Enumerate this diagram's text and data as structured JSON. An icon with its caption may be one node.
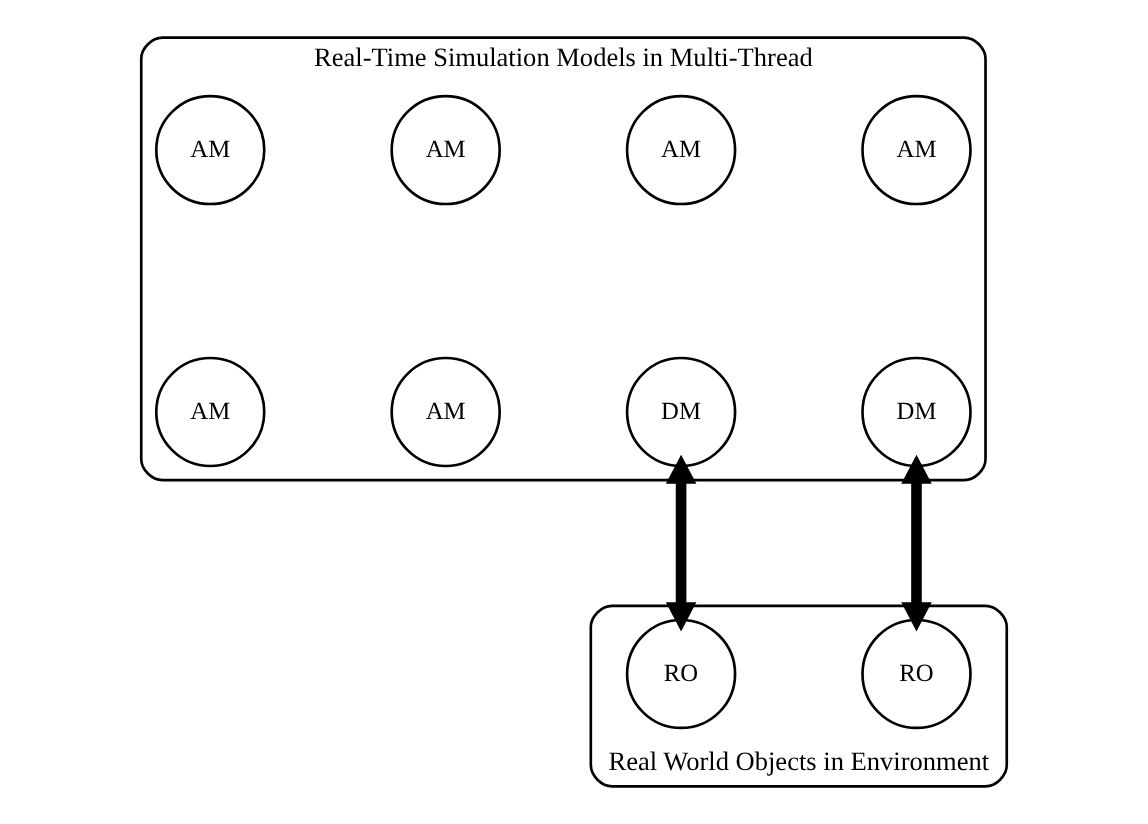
{
  "diagram": {
    "nodes": [
      {
        "text": [
          "Real-Time Simulation Models in Multi-Thread"
        ]
      },
      {
        "text": [
          "AM"
        ],
        "in": 0
      },
      {
        "text": [
          "AM"
        ],
        "in": 0
      },
      {
        "text": [
          "AM"
        ],
        "in": 0
      },
      {
        "text": [
          "AM"
        ],
        "in": 0
      },
      {
        "text": [
          "AM"
        ],
        "in": 0
      },
      {
        "text": [
          "AM"
        ],
        "in": 0
      },
      {
        "text": [
          "DM"
        ],
        "in": 0
      },
      {
        "text": [
          "DM"
        ],
        "in": 0
      },
      {
        "text": [
          "Real World Objects in Environment"
        ]
      },
      {
        "text": [
          "RO"
        ],
        "in": 9
      },
      {
        "text": [
          "RO"
        ],
        "in": 9
      }
    ],
    "edges": [
      {
        "from": 7,
        "to": 10,
        "arrow": "both"
      },
      {
        "from": 8,
        "to": 11,
        "arrow": "both"
      }
    ]
  }
}
